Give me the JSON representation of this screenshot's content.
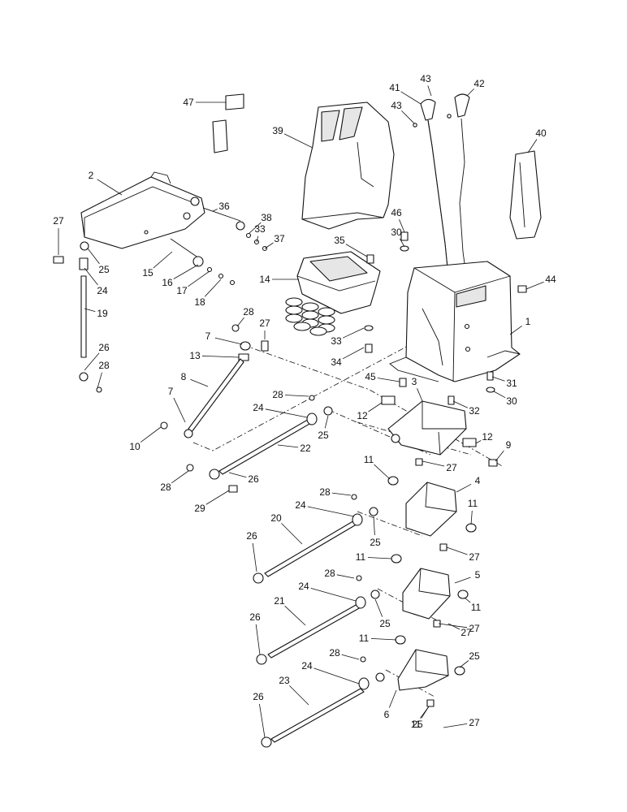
{
  "diagram": {
    "type": "exploded parts diagram",
    "callouts": [
      "47",
      "39",
      "41",
      "43",
      "42",
      "43",
      "40",
      "2",
      "36",
      "38",
      "33",
      "37",
      "27",
      "25",
      "24",
      "19",
      "15",
      "16",
      "17",
      "18",
      "35",
      "46",
      "30",
      "14",
      "44",
      "1",
      "28",
      "27",
      "7",
      "13",
      "8",
      "26",
      "28",
      "33",
      "34",
      "45",
      "3",
      "31",
      "30",
      "32",
      "7",
      "10",
      "28",
      "24",
      "25",
      "12",
      "12",
      "9",
      "22",
      "26",
      "28",
      "29",
      "27",
      "11",
      "4",
      "28",
      "24",
      "25",
      "11",
      "27",
      "20",
      "26",
      "11",
      "5",
      "28",
      "24",
      "25",
      "11",
      "27",
      "21",
      "26",
      "11",
      "28",
      "24",
      "25",
      "11",
      "27",
      "23",
      "26",
      "25",
      "6",
      "27"
    ]
  }
}
